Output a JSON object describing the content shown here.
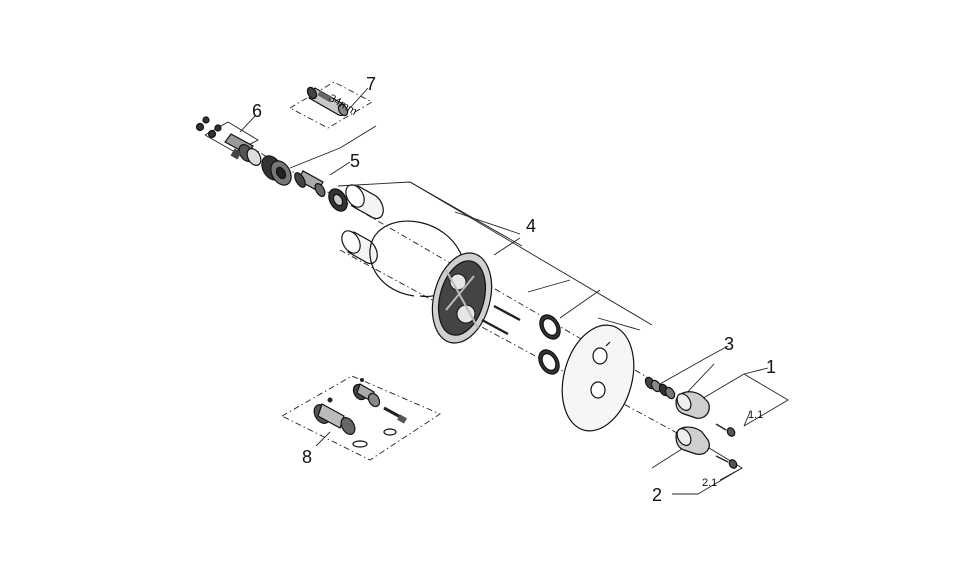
{
  "labels": {
    "l1": "1",
    "l1_1": "1.1",
    "l2": "2",
    "l2_1": "2.1",
    "l3": "3",
    "l4": "4",
    "l5": "5",
    "l6": "6",
    "l7": "7",
    "l8": "8",
    "dim_34mm": "34mm"
  }
}
